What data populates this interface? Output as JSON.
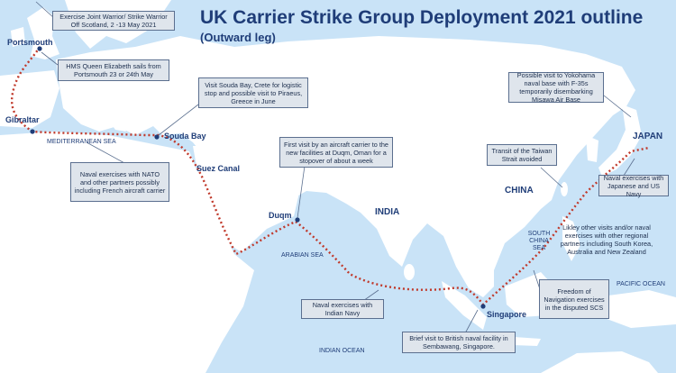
{
  "title": "UK Carrier Strike Group Deployment 2021 outline",
  "subtitle": "(Outward leg)",
  "colors": {
    "sea": "#c9e3f7",
    "land": "#ffffff",
    "route": "#c0392b",
    "text": "#1f3d78",
    "callout_fill": "#dfe5ec",
    "callout_border": "#5b6f8f"
  },
  "places": {
    "portsmouth": "Portsmouth",
    "gibraltar": "Gibraltar",
    "souda_bay": "Souda Bay",
    "suez_canal": "Suez Canal",
    "duqm": "Duqm",
    "singapore": "Singapore"
  },
  "countries": {
    "india": "INDIA",
    "china": "CHINA",
    "japan": "JAPAN"
  },
  "seas": {
    "mediterranean": "MEDITERRANEAN SEA",
    "arabian": "ARABIAN SEA",
    "indian_ocean": "INDIAN OCEAN",
    "south_china_sea": "SOUTH CHINA SEA",
    "pacific": "PACIFIC OCEAN"
  },
  "callouts": {
    "joint_warrior": "Exercise Joint Warrior/ Strike Warrior Off Scotland, 2 -13 May 2021",
    "hms_qe": "HMS Queen Elizabeth sails from Portsmouth 23 or 24th May",
    "souda_bay": "Visit Souda Bay, Crete for logistic stop and possible visit to Piraeus, Greece in June",
    "nato": "Naval exercises with NATO and other partners possibly including French aircraft carrier",
    "duqm": "First visit by an aircraft carrier to the new facilities at Duqm, Oman for a stopover of about a week",
    "indian_navy": "Naval exercises with Indian Navy",
    "sembawang": "Brief visit to British naval facility in Sembawang, Singapore.",
    "freedom": "Freedom of Navigation exercises in the disputed SCS",
    "taiwan": "Transit of the Taiwan Strait avoided",
    "yokohama": "Possible visit to Yokohama naval base with F-35s temporarily disembarking Misawa Air Base",
    "japanese_us": "Naval exercises with Japanese and US Navy",
    "other_visits": "Likley other visits and/or naval exercises with other regional partners including South Korea, Australia and New Zealand"
  }
}
